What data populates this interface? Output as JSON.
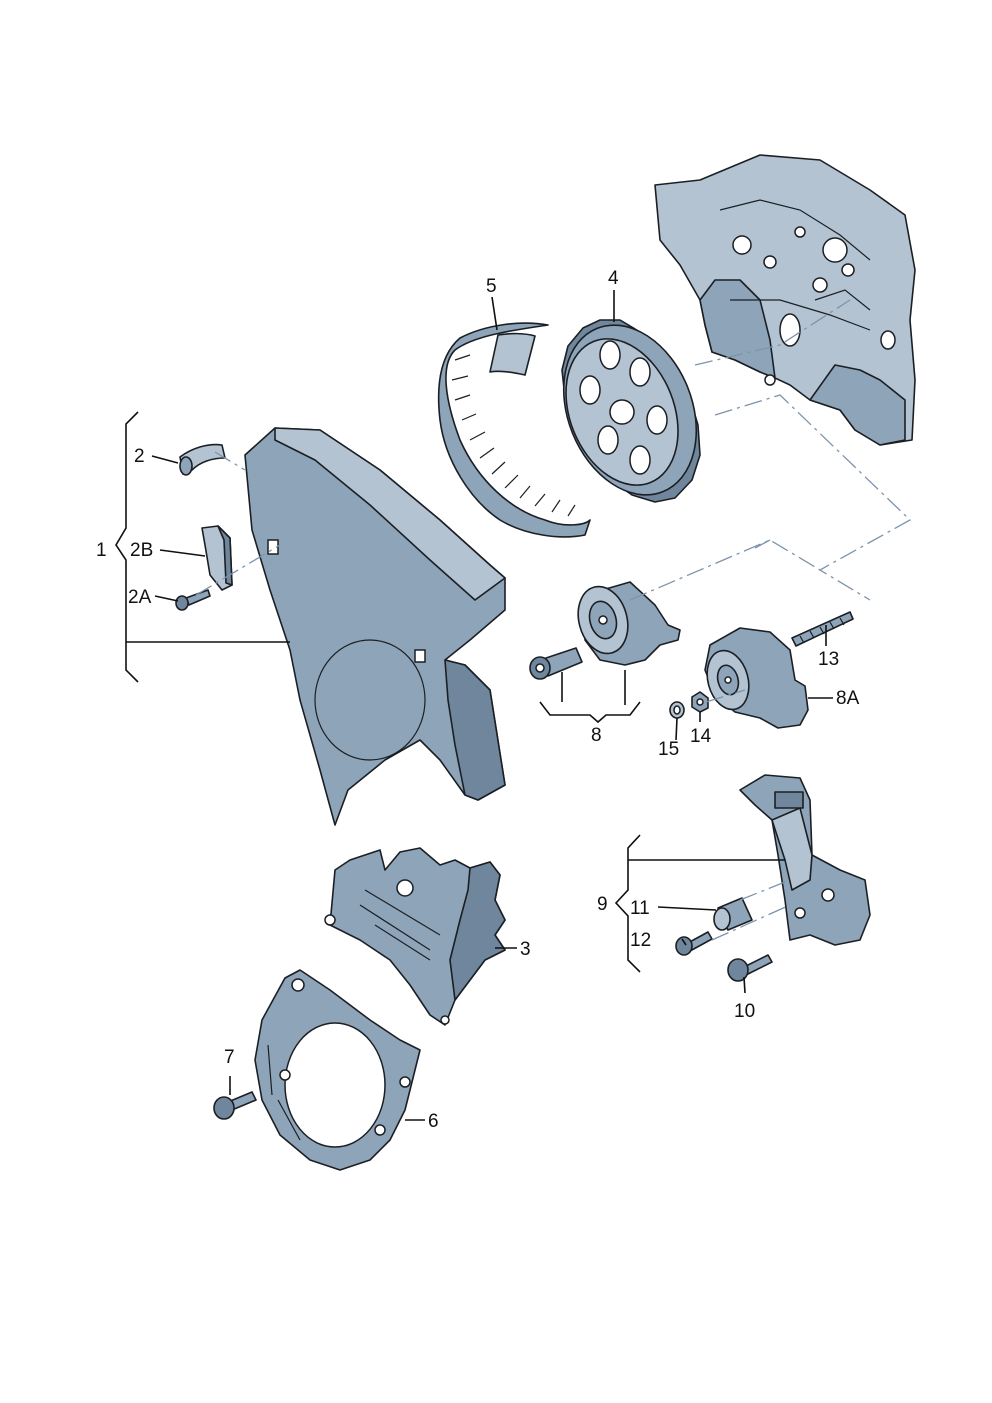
{
  "callouts": {
    "c1": "1",
    "c2": "2",
    "c2A": "2A",
    "c2B": "2B",
    "c3": "3",
    "c4": "4",
    "c5": "5",
    "c6": "6",
    "c7": "7",
    "c8": "8",
    "c8A": "8A",
    "c9": "9",
    "c10": "10",
    "c11": "11",
    "c12": "12",
    "c13": "13",
    "c14": "14",
    "c15": "15"
  },
  "colors": {
    "part_fill": "#8ea4b8",
    "part_highlight": "#b3c3d1",
    "part_shadow": "#6f869c",
    "centerline": "#7d94ab",
    "ink": "#111111"
  }
}
